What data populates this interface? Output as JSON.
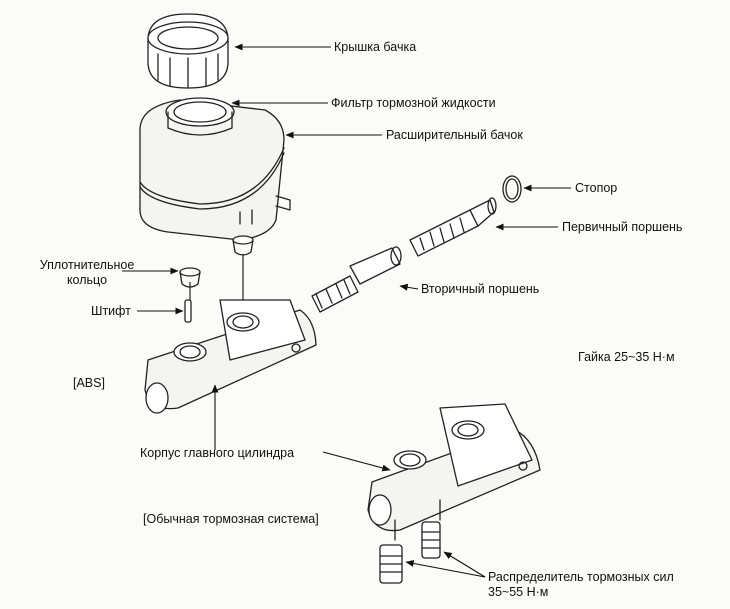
{
  "labels": {
    "reservoir_cap": "Крышка бачка",
    "fluid_filter": "Фильтр тормозной жидкости",
    "reservoir": "Расширительный бачок",
    "stopper": "Стопор",
    "primary_piston": "Первичный поршень",
    "seal_ring_line1": "Уплотнительное",
    "seal_ring_line2": "кольцо",
    "secondary_piston": "Вторичный поршень",
    "pin": "Штифт",
    "nut": "Гайка 25~35 Н·м",
    "abs": "[ABS]",
    "master_cylinder_body": "Корпус главного цилиндра",
    "conventional_brake": "[Обычная тормозная система]",
    "proportioning_valve_line1": "Распределитель тормозных сил",
    "proportioning_valve_line2": "35~55 Н·м"
  }
}
